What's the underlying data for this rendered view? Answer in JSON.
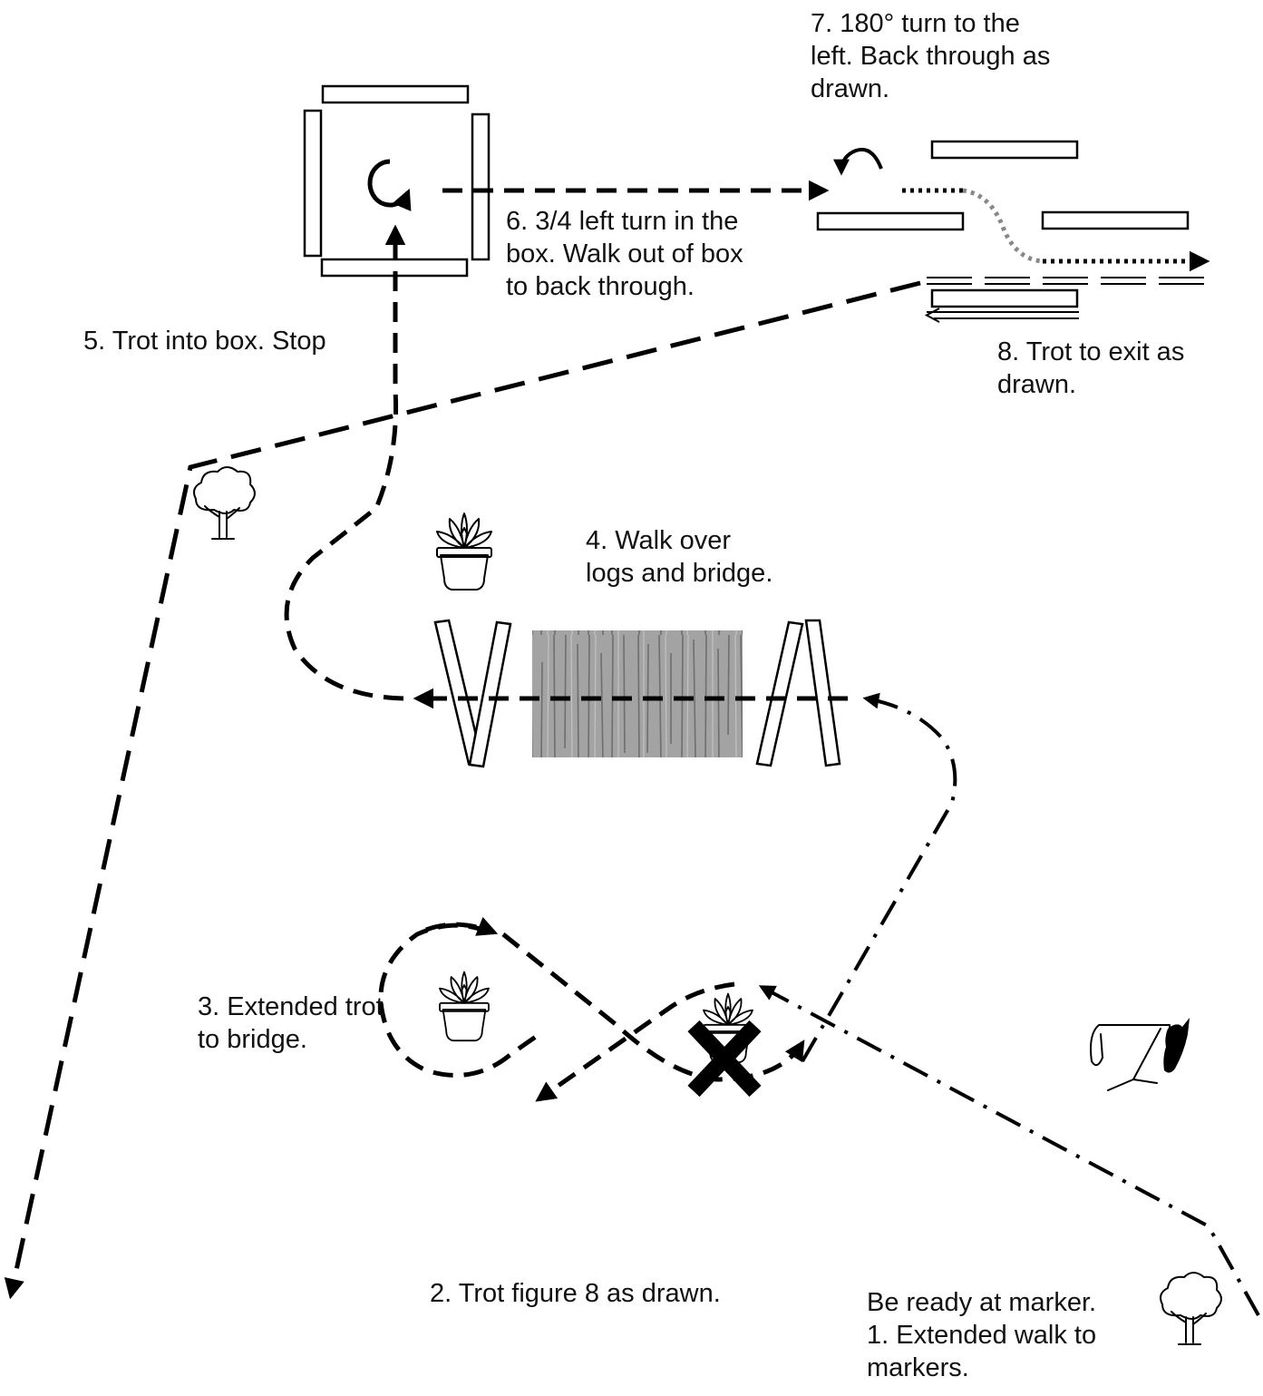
{
  "labels": {
    "step7": "7. 180° turn to the\nleft. Back through as\ndrawn.",
    "step6": "6. 3/4 left turn in the\nbox. Walk out of box\nto back through.",
    "step5": "5. Trot into box. Stop",
    "step8": "8. Trot to exit as\ndrawn.",
    "step4": "4. Walk over\nlogs and bridge.",
    "step3": "3. Extended trot\nto bridge.",
    "step2": "2. Trot figure 8 as drawn.",
    "step1": "Be ready at marker.\n1. Extended walk to\nmarkers."
  },
  "icons": {
    "tree": "tree-icon",
    "plant": "potted-plant-icon",
    "marker": "x-marker-icon",
    "horse": "horse-head-icon",
    "bridge": "wooden-bridge-icon",
    "turn": "turn-arrow-icon"
  },
  "colors": {
    "line": "#000000",
    "secondary_path": "#888888",
    "bridge_wood": "#9a9a9a"
  }
}
